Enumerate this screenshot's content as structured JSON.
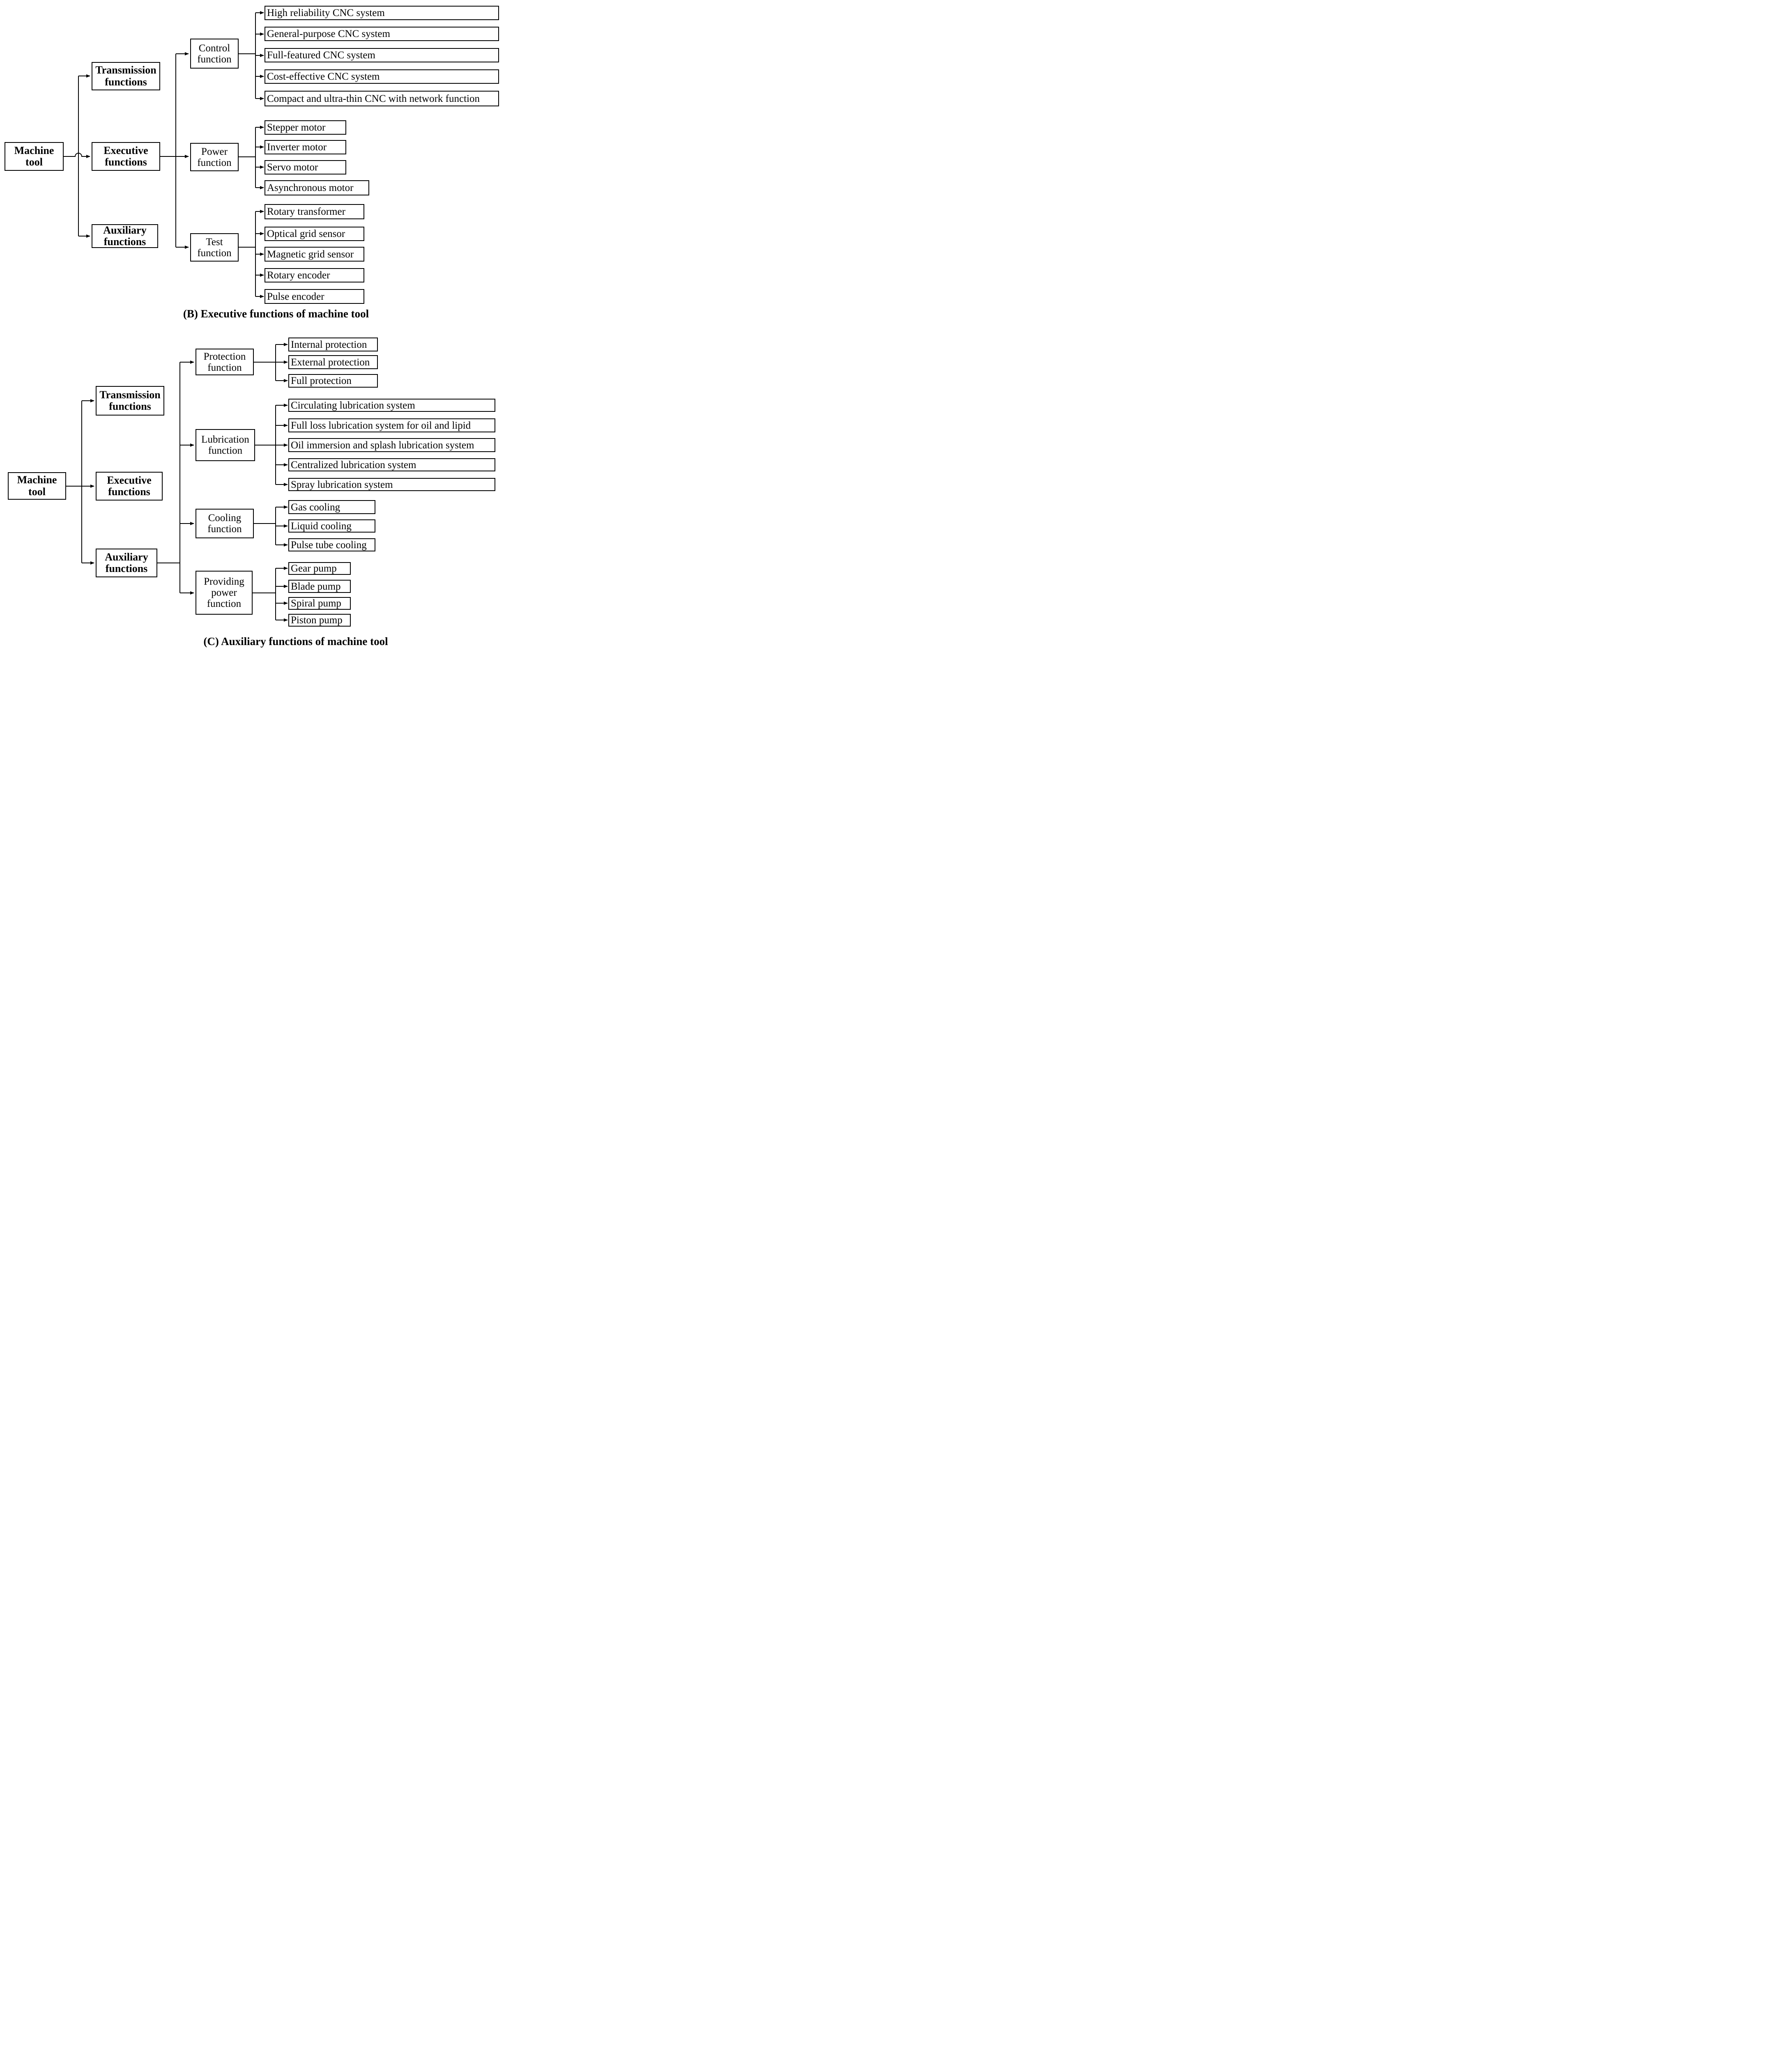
{
  "diagram_b": {
    "root": "Machine tool",
    "level1": [
      "Transmission functions",
      "Executive functions",
      "Auxiliary functions"
    ],
    "level2": [
      "Control function",
      "Power function",
      "Test function"
    ],
    "control_children": [
      "High reliability CNC system",
      "General-purpose CNC system",
      "Full-featured CNC system",
      "Cost-effective CNC system",
      "Compact and ultra-thin CNC with network function"
    ],
    "power_children": [
      "Stepper motor",
      "Inverter motor",
      "Servo motor",
      "Asynchronous motor"
    ],
    "test_children": [
      "Rotary transformer",
      "Optical grid sensor",
      "Magnetic grid sensor",
      "Rotary encoder",
      "Pulse encoder"
    ],
    "caption": "(B)  Executive functions of machine tool"
  },
  "diagram_c": {
    "root": "Machine tool",
    "level1": [
      "Transmission functions",
      "Executive functions",
      "Auxiliary functions"
    ],
    "level2": [
      "Protection function",
      "Lubrication function",
      "Cooling function",
      "Providing power function"
    ],
    "protection_children": [
      "Internal protection",
      "External protection",
      "Full protection"
    ],
    "lubrication_children": [
      "Circulating lubrication system",
      "Full loss lubrication system for oil and lipid",
      "Oil immersion and splash lubrication system",
      "Centralized lubrication system",
      "Spray lubrication system"
    ],
    "cooling_children": [
      "Gas cooling",
      "Liquid cooling",
      "Pulse tube cooling"
    ],
    "providing_power_children": [
      "Gear pump",
      "Blade pump",
      "Spiral pump",
      "Piston pump"
    ],
    "caption": "(C)  Auxiliary functions of machine tool"
  }
}
